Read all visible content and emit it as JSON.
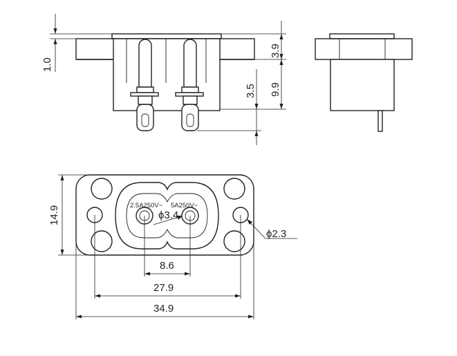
{
  "dimensions": {
    "flange_thickness": "1.0",
    "flange_height": "3.9",
    "body_depth": "9.9",
    "pin_extension": "3.5",
    "height": "14.9",
    "pin_spacing": "8.6",
    "hole_spacing": "27.9",
    "overall_width": "34.9",
    "hole_diameter": "ϕ2.3",
    "contact_diameter": "ϕ3.4"
  },
  "ratings": {
    "left": "2.5A250V~",
    "right": "5A250V~"
  }
}
